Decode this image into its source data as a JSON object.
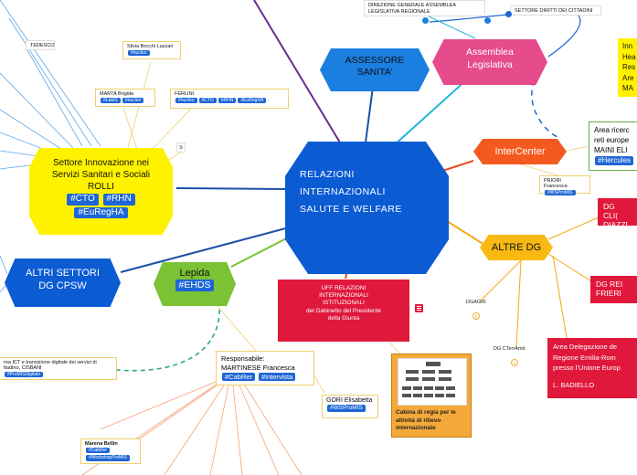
{
  "center": {
    "line1": "RELAZIONI",
    "line2": "INTERNAZIONALI",
    "line3": "SALUTE E WELFARE"
  },
  "settore": {
    "line1": "Settore Innovazione nei",
    "line2": "Servizi Sanitari e Sociali",
    "line3": "ROLLI",
    "tags": [
      "#CTO",
      "#RHN",
      "#EuRegHA"
    ]
  },
  "altri_settori": {
    "line1": "ALTRI SETTORI",
    "line2": "DG CPSW"
  },
  "lepida": {
    "title": "Lepida",
    "tag": "#EHDS"
  },
  "assessore": {
    "line1": "ASSESSORE",
    "line2": "SANITA’"
  },
  "assemblea": {
    "line1": "Assemblea",
    "line2": "Legislativa"
  },
  "intercenter": {
    "title": "InterCenter"
  },
  "altri_dg": {
    "title": "ALTRE DG"
  },
  "uff": {
    "line1": "UFF RELAZIONI",
    "line2": "INTERNAZIONALI",
    "line3": "ISTITUZIONALI",
    "line4": "del Gabinetto del Presidente",
    "line5": "della Giunta"
  },
  "dg_cli": {
    "line1": "DG CLI(",
    "line2": "DIAZZI"
  },
  "dg_reit": {
    "line1": "DG REI",
    "line2": "FRIERI"
  },
  "delegazione": {
    "line1": "Area Delegazione de",
    "line2": "Regione Emilia-Rom",
    "line3": "presso l’Unione Europ",
    "line4": "L. BADIELLO"
  },
  "innov": {
    "line1": "Inn",
    "line2": "Hea",
    "line3": "Res",
    "line4": "Are",
    "line5": "MA"
  },
  "area_ricerca": {
    "line1": "Area ricerc",
    "line2": "reti europe",
    "line3": "MAINI ELI",
    "tag": "#Hercules"
  },
  "cabina": {
    "text": "Cabina di regia per le attività di rilievo internazionale"
  },
  "responsabile": {
    "line1": "Responsabile:",
    "line2": "MARTINESE Francesca",
    "tags": [
      "#CabRer",
      "#intervista"
    ]
  },
  "notes": {
    "silvia": {
      "name": "Silvia Bocchi Lazzari",
      "tags": [
        "#nucleo"
      ]
    },
    "marta": {
      "name": "MARTA Brigida",
      "tags": [
        "#LabIS",
        "#nucleo"
      ]
    },
    "ferlini": {
      "name": "FERLINI",
      "tags": [
        "#nucleo",
        "#CTO",
        "#RHN",
        "#EuRegHA"
      ]
    },
    "priori": {
      "name": "PRIORI Francesca",
      "tags": [
        "#WSProMIS"
      ]
    },
    "gori": {
      "name": "GORI Elisabetta",
      "tags": [
        "#WSProMIS"
      ]
    },
    "marena": {
      "name": "Marena Bellin",
      "tags": [
        "#CabRer",
        "#WorkshopProMIS"
      ]
    },
    "area_ict": {
      "line1": "rea ICT e transizione digitale dei servizi di",
      "line2": "ttadino, CISBANI",
      "tags": [
        "#ProMISDigitale"
      ]
    }
  },
  "labels": {
    "tedesco": "TEDESCO",
    "dir_gen": "DIREZIONE GENERALE ASSEMBLEA LEGISLATIVA REGIONALE",
    "settore_diritti": "SETTORE DIRITTI DEI CITTADINI",
    "dgagri": "DGAGRI",
    "dgctamb": "DG CTerrAmb",
    "s": "S"
  },
  "counters": {
    "dgagri": "1",
    "dgctamb": "1"
  },
  "colors": {
    "center": "#0b5bd3",
    "settore": "#fff200",
    "lepida": "#7bc234",
    "assemblea": "#e64b8c",
    "intercenter": "#f45a1f",
    "altri_dg": "#f7b912",
    "uff": "#e0183c"
  }
}
